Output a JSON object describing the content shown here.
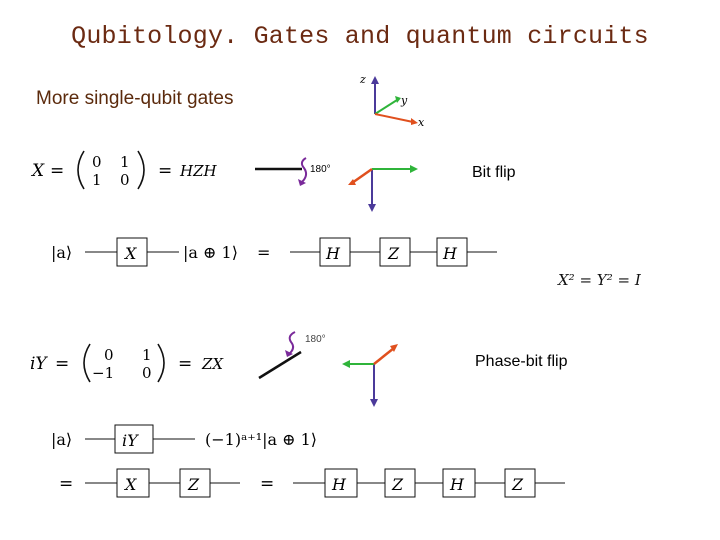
{
  "title": "Qubitology. Gates and quantum circuits",
  "subtitle": "More single-qubit gates",
  "axes": {
    "z": "z",
    "y": "y",
    "x": "x"
  },
  "rotation": {
    "angle1": "180°",
    "angle2": "180°"
  },
  "labels": {
    "bit_flip": "Bit flip",
    "phase_bit_flip": "Phase-bit flip"
  },
  "eq_x": {
    "lhs": "X",
    "eq": "=",
    "m11": "0",
    "m12": "1",
    "m21": "1",
    "m22": "0",
    "rhs": "HZH"
  },
  "eq_y": {
    "lhs": "iY",
    "eq": "=",
    "m11": "0",
    "m12": "1",
    "m21": "−1",
    "m22": "0",
    "rhs": "ZX"
  },
  "identity": "X² = Y² = I",
  "circuit1": {
    "input": "|a⟩",
    "gate": "X",
    "output": "|a ⊕ 1⟩",
    "eq": "=",
    "gates": [
      "H",
      "Z",
      "H"
    ]
  },
  "circuit2": {
    "input": "|a⟩",
    "gate": "iY",
    "output": "(−1)ᵃ⁺¹|a ⊕ 1⟩",
    "eq1": "=",
    "gates1": [
      "X",
      "Z"
    ],
    "eq2": "=",
    "gates2": [
      "H",
      "Z",
      "H",
      "Z"
    ]
  },
  "colors": {
    "title": "#6b2a12",
    "axis_z": "#4b3a9a",
    "axis_y": "#2fb43a",
    "axis_x": "#e0501e",
    "rotation": "#7a2a9a"
  }
}
